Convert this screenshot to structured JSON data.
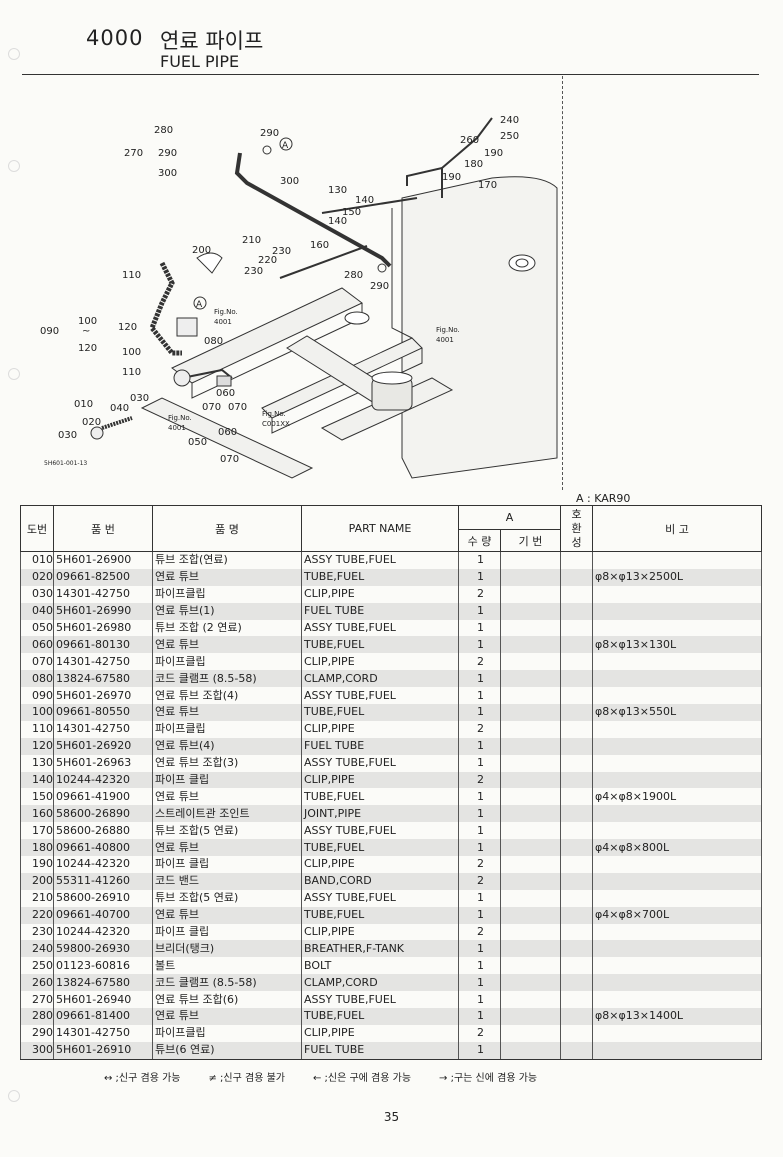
{
  "header": {
    "section_number": "4000",
    "title_ko": "연료 파이프",
    "title_en": "FUEL PIPE"
  },
  "diagram": {
    "figure_id": "5H601-001-13",
    "callouts": [
      "010",
      "020",
      "030",
      "040",
      "050",
      "060",
      "070",
      "080",
      "090",
      "100",
      "110",
      "120",
      "130",
      "140",
      "150",
      "160",
      "170",
      "180",
      "190",
      "200",
      "210",
      "220",
      "230",
      "240",
      "250",
      "260",
      "270",
      "280",
      "290",
      "300"
    ],
    "group_labels": {
      "g270": "270",
      "g270_items": [
        "280",
        "290",
        "300"
      ],
      "g090": "090",
      "g090_items": [
        "100",
        "~",
        "120"
      ],
      "g050": "050",
      "g050_items": [
        "060",
        "-",
        "070"
      ]
    },
    "ref_labels": {
      "fig": "Fig.No.",
      "ref_4001": "4001",
      "ref_c001": "C001XX",
      "marker": "A"
    }
  },
  "model_line": "A : KAR90",
  "table": {
    "headers": {
      "ref_no": "도번",
      "part_no": "품  번",
      "part_name_ko": "품        명",
      "part_name_en": "PART  NAME",
      "group_a": "A",
      "qty": "수 량",
      "base": "기 번",
      "interchange": "호\n환\n성",
      "remarks": "비        고"
    },
    "rows": [
      {
        "no": "010",
        "part": "5H601-26900",
        "ko": "튜브 조합(연료)",
        "en": "ASSY TUBE,FUEL",
        "qty": "1",
        "rem": ""
      },
      {
        "no": "020",
        "part": "09661-82500",
        "ko": "연료 튜브",
        "en": "TUBE,FUEL",
        "qty": "1",
        "rem": "φ8×φ13×2500L"
      },
      {
        "no": "030",
        "part": "14301-42750",
        "ko": "파이프클립",
        "en": "CLIP,PIPE",
        "qty": "2",
        "rem": ""
      },
      {
        "no": "040",
        "part": "5H601-26990",
        "ko": "연료 튜브(1)",
        "en": "FUEL TUBE",
        "qty": "1",
        "rem": ""
      },
      {
        "no": "050",
        "part": "5H601-26980",
        "ko": "튜브 조합 (2 연료)",
        "en": "ASSY TUBE,FUEL",
        "qty": "1",
        "rem": ""
      },
      {
        "no": "060",
        "part": "09661-80130",
        "ko": "연료 튜브",
        "en": "TUBE,FUEL",
        "qty": "1",
        "rem": "φ8×φ13×130L"
      },
      {
        "no": "070",
        "part": "14301-42750",
        "ko": "파이프클립",
        "en": "CLIP,PIPE",
        "qty": "2",
        "rem": ""
      },
      {
        "no": "080",
        "part": "13824-67580",
        "ko": "코드 클램프 (8.5-58)",
        "en": "CLAMP,CORD",
        "qty": "1",
        "rem": ""
      },
      {
        "no": "090",
        "part": "5H601-26970",
        "ko": "연료 튜브 조합(4)",
        "en": "ASSY TUBE,FUEL",
        "qty": "1",
        "rem": ""
      },
      {
        "no": "100",
        "part": "09661-80550",
        "ko": "연료 튜브",
        "en": "TUBE,FUEL",
        "qty": "1",
        "rem": "φ8×φ13×550L"
      },
      {
        "no": "110",
        "part": "14301-42750",
        "ko": "파이프클립",
        "en": "CLIP,PIPE",
        "qty": "2",
        "rem": ""
      },
      {
        "no": "120",
        "part": "5H601-26920",
        "ko": "연료 튜브(4)",
        "en": "FUEL TUBE",
        "qty": "1",
        "rem": ""
      },
      {
        "no": "130",
        "part": "5H601-26963",
        "ko": "연료 튜브 조합(3)",
        "en": "ASSY TUBE,FUEL",
        "qty": "1",
        "rem": ""
      },
      {
        "no": "140",
        "part": "10244-42320",
        "ko": "파이프 클립",
        "en": "CLIP,PIPE",
        "qty": "2",
        "rem": ""
      },
      {
        "no": "150",
        "part": "09661-41900",
        "ko": "연료 튜브",
        "en": "TUBE,FUEL",
        "qty": "1",
        "rem": "φ4×φ8×1900L"
      },
      {
        "no": "160",
        "part": "58600-26890",
        "ko": "스트레이트관 조인트",
        "en": "JOINT,PIPE",
        "qty": "1",
        "rem": ""
      },
      {
        "no": "170",
        "part": "58600-26880",
        "ko": "튜브 조합(5 연료)",
        "en": "ASSY TUBE,FUEL",
        "qty": "1",
        "rem": ""
      },
      {
        "no": "180",
        "part": "09661-40800",
        "ko": "연료 튜브",
        "en": "TUBE,FUEL",
        "qty": "1",
        "rem": "φ4×φ8×800L"
      },
      {
        "no": "190",
        "part": "10244-42320",
        "ko": "파이프 클립",
        "en": "CLIP,PIPE",
        "qty": "2",
        "rem": ""
      },
      {
        "no": "200",
        "part": "55311-41260",
        "ko": "코드 밴드",
        "en": "BAND,CORD",
        "qty": "2",
        "rem": ""
      },
      {
        "no": "210",
        "part": "58600-26910",
        "ko": "튜브 조합(5 연료)",
        "en": "ASSY TUBE,FUEL",
        "qty": "1",
        "rem": ""
      },
      {
        "no": "220",
        "part": "09661-40700",
        "ko": "연료 튜브",
        "en": "TUBE,FUEL",
        "qty": "1",
        "rem": "φ4×φ8×700L"
      },
      {
        "no": "230",
        "part": "10244-42320",
        "ko": "파이프 클립",
        "en": "CLIP,PIPE",
        "qty": "2",
        "rem": ""
      },
      {
        "no": "240",
        "part": "59800-26930",
        "ko": "브리더(탱크)",
        "en": "BREATHER,F-TANK",
        "qty": "1",
        "rem": ""
      },
      {
        "no": "250",
        "part": "01123-60816",
        "ko": "볼트",
        "en": "BOLT",
        "qty": "1",
        "rem": ""
      },
      {
        "no": "260",
        "part": "13824-67580",
        "ko": "코드 클램프 (8.5-58)",
        "en": "CLAMP,CORD",
        "qty": "1",
        "rem": ""
      },
      {
        "no": "270",
        "part": "5H601-26940",
        "ko": "연료 튜브 조합(6)",
        "en": "ASSY TUBE,FUEL",
        "qty": "1",
        "rem": ""
      },
      {
        "no": "280",
        "part": "09661-81400",
        "ko": "연료 튜브",
        "en": "TUBE,FUEL",
        "qty": "1",
        "rem": "φ8×φ13×1400L"
      },
      {
        "no": "290",
        "part": "14301-42750",
        "ko": "파이프클립",
        "en": "CLIP,PIPE",
        "qty": "2",
        "rem": ""
      },
      {
        "no": "300",
        "part": "5H601-26910",
        "ko": "튜브(6 연료)",
        "en": "FUEL TUBE",
        "qty": "1",
        "rem": ""
      }
    ]
  },
  "legend": [
    "↔ ;신구 겸용 가능",
    "≠ ;신구 겸용 불가",
    "← ;신은 구에 겸용 가능",
    "→ ;구는 신에 겸용 가능"
  ],
  "page_number": "35"
}
